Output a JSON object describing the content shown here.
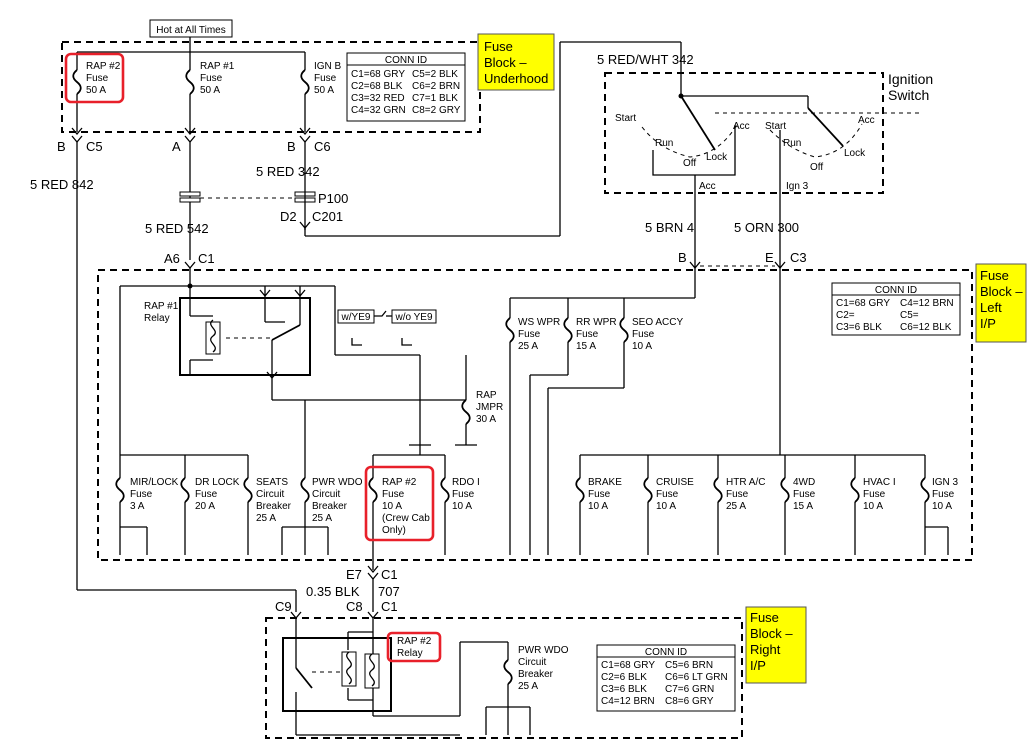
{
  "top_label": "Hot at All Times",
  "underhood": {
    "title": [
      "Fuse",
      "Block –",
      "Underhood"
    ],
    "fuses": [
      {
        "name": "RAP #2",
        "type": "Fuse",
        "rating": "50 A",
        "pin": "C5",
        "letter": "B"
      },
      {
        "name": "RAP #1",
        "type": "Fuse",
        "rating": "50 A",
        "pin": "",
        "letter": "A"
      },
      {
        "name": "IGN B",
        "type": "Fuse",
        "rating": "50 A",
        "pin": "C6",
        "letter": "B"
      }
    ],
    "conn": {
      "title": "CONN ID",
      "rows": [
        [
          "C1=68 GRY",
          "C5=2 BLK"
        ],
        [
          "C2=68 BLK",
          "C6=2 BRN"
        ],
        [
          "C3=32 RED",
          "C7=1 BLK"
        ],
        [
          "C4=32 GRN",
          "C8=2 GRY"
        ]
      ]
    }
  },
  "wires": {
    "w842": "5 RED  842",
    "w342a": "5 RED  342",
    "w542": "5 RED  542",
    "w342b": "5 RED/WHT  342",
    "w4": "5 BRN  4",
    "w300": "5 ORN  300",
    "w707a": "0.35 BLK",
    "w707b": "707",
    "p100": "P100",
    "d2": "D2",
    "c201": "C201"
  },
  "ignition": {
    "title": [
      "Ignition",
      "Switch"
    ],
    "left": [
      "Start",
      "Run",
      "Off",
      "Lock",
      "Acc"
    ],
    "right": [
      "Start",
      "Run",
      "Off",
      "Lock",
      "Acc"
    ],
    "out_acc": "Acc",
    "out_ign3": "Ign 3"
  },
  "left_ip": {
    "title": [
      "Fuse",
      "Block –",
      "Left",
      "I/P"
    ],
    "a6": "A6",
    "c1": "C1",
    "b": "B",
    "e": "E",
    "c3": "C3",
    "e7": "E7",
    "e7c1": "C1",
    "relay": [
      "RAP #1",
      "Relay"
    ],
    "opt_a": "w/YE9",
    "opt_b": "w/o YE9",
    "jmpr": [
      "RAP",
      "JMPR",
      "30 A"
    ],
    "upper": [
      [
        "WS WPR",
        "Fuse",
        "25 A"
      ],
      [
        "RR WPR",
        "Fuse",
        "15 A"
      ],
      [
        "SEO ACCY",
        "Fuse",
        "10 A"
      ]
    ],
    "lower": [
      [
        "MIR/LOCK",
        "Fuse",
        "3 A"
      ],
      [
        "DR LOCK",
        "Fuse",
        "20 A"
      ],
      [
        "SEATS",
        "Circuit",
        "Breaker",
        "25 A"
      ],
      [
        "PWR WDO",
        "Circuit",
        "Breaker",
        "25 A"
      ],
      [
        "RAP #2",
        "Fuse",
        "10 A",
        "(Crew Cab",
        "Only)"
      ],
      [
        "RDO I",
        "Fuse",
        "10 A"
      ],
      [
        "BRAKE",
        "Fuse",
        "10 A"
      ],
      [
        "CRUISE",
        "Fuse",
        "10 A"
      ],
      [
        "HTR A/C",
        "Fuse",
        "25 A"
      ],
      [
        "4WD",
        "Fuse",
        "15 A"
      ],
      [
        "HVAC I",
        "Fuse",
        "10 A"
      ],
      [
        "IGN 3",
        "Fuse",
        "10 A"
      ]
    ],
    "conn": {
      "title": "CONN ID",
      "rows": [
        [
          "C1=68 GRY",
          "C4=12 BRN"
        ],
        [
          "C2=",
          "C5="
        ],
        [
          "C3=6 BLK",
          "C6=12 BLK"
        ]
      ]
    }
  },
  "right_ip": {
    "title": [
      "Fuse",
      "Block –",
      "Right",
      "I/P"
    ],
    "c9": "C9",
    "c8": "C8",
    "c1": "C1",
    "relay": [
      "RAP #2",
      "Relay"
    ],
    "breaker": [
      "PWR WDO",
      "Circuit",
      "Breaker",
      "25 A"
    ],
    "conn": {
      "title": "CONN ID",
      "rows": [
        [
          "C1=68 GRY",
          "C5=6 BRN"
        ],
        [
          "C2=6 BLK",
          "C6=6 LT GRN"
        ],
        [
          "C3=6 BLK",
          "C7=6 GRN"
        ],
        [
          "C4=12 BRN",
          "C8=6 GRY"
        ]
      ]
    }
  },
  "colors": {
    "highlight": "#e8202a",
    "callout": "#ffff00"
  }
}
